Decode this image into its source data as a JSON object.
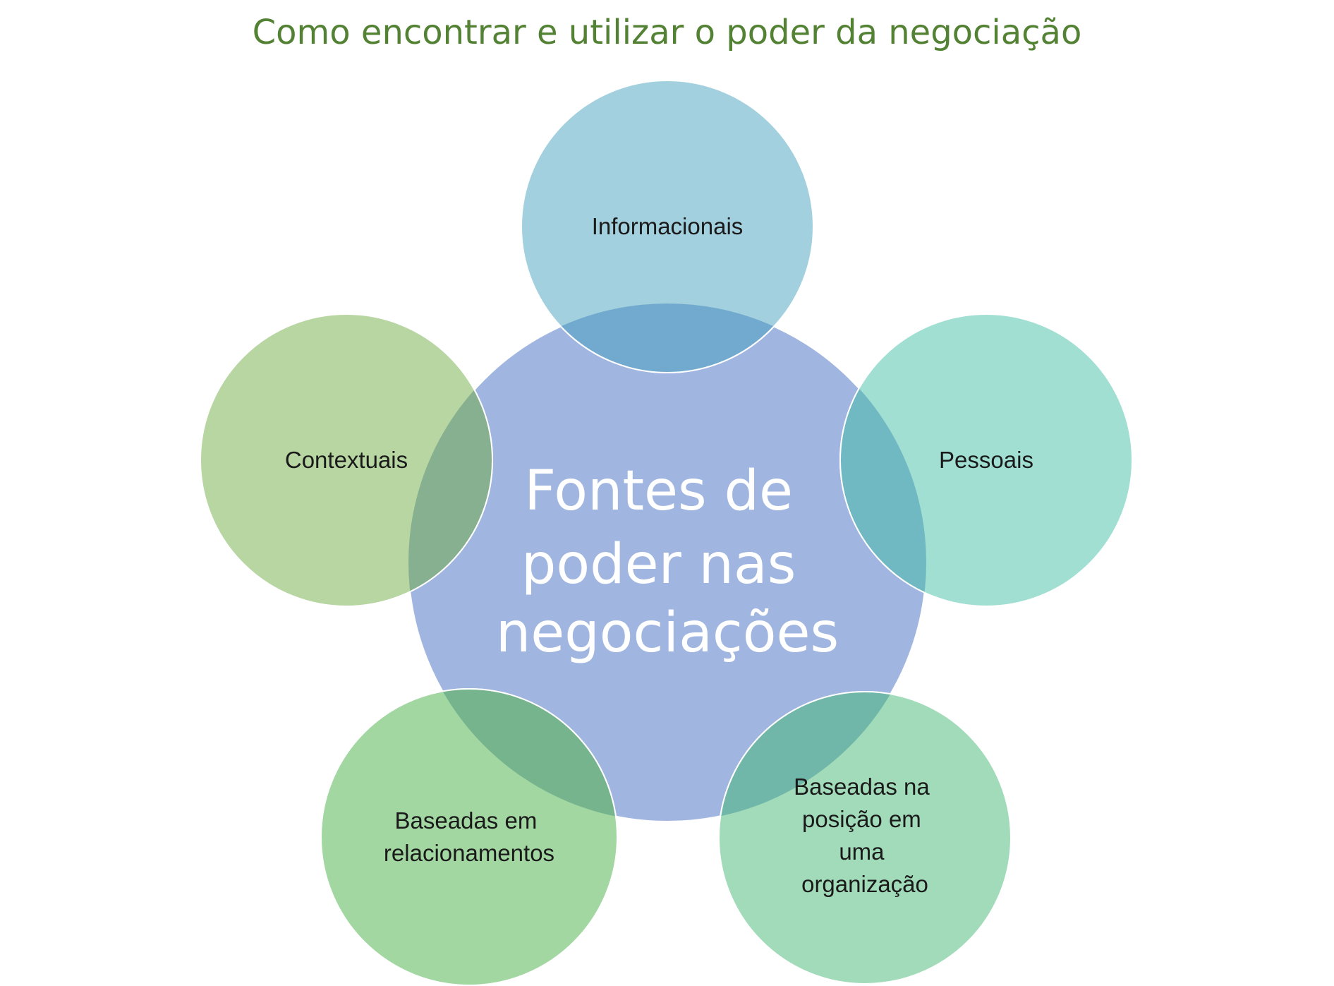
{
  "title": "Como encontrar e utilizar o poder da negociação",
  "center": {
    "lines": [
      "Fontes de",
      "poder nas",
      "negociações"
    ],
    "color": "#a0b6e0"
  },
  "nodes": [
    {
      "lines": [
        "Informacionais"
      ],
      "color": "#a3d0df"
    },
    {
      "lines": [
        "Pessoais"
      ],
      "color": "#a1dfd3"
    },
    {
      "lines": [
        "Baseadas na",
        "posição em",
        "uma",
        "organização"
      ],
      "color": "#a2dbb9"
    },
    {
      "lines": [
        "Baseadas em",
        "relacionamentos"
      ],
      "color": "#a2d7a2"
    },
    {
      "lines": [
        "Contextuais"
      ],
      "color": "#b7d6a2"
    }
  ],
  "overlap_colors": [
    "#72aacf",
    "#70b8c2",
    "#71b7a9",
    "#76b48e",
    "#86b08f"
  ]
}
